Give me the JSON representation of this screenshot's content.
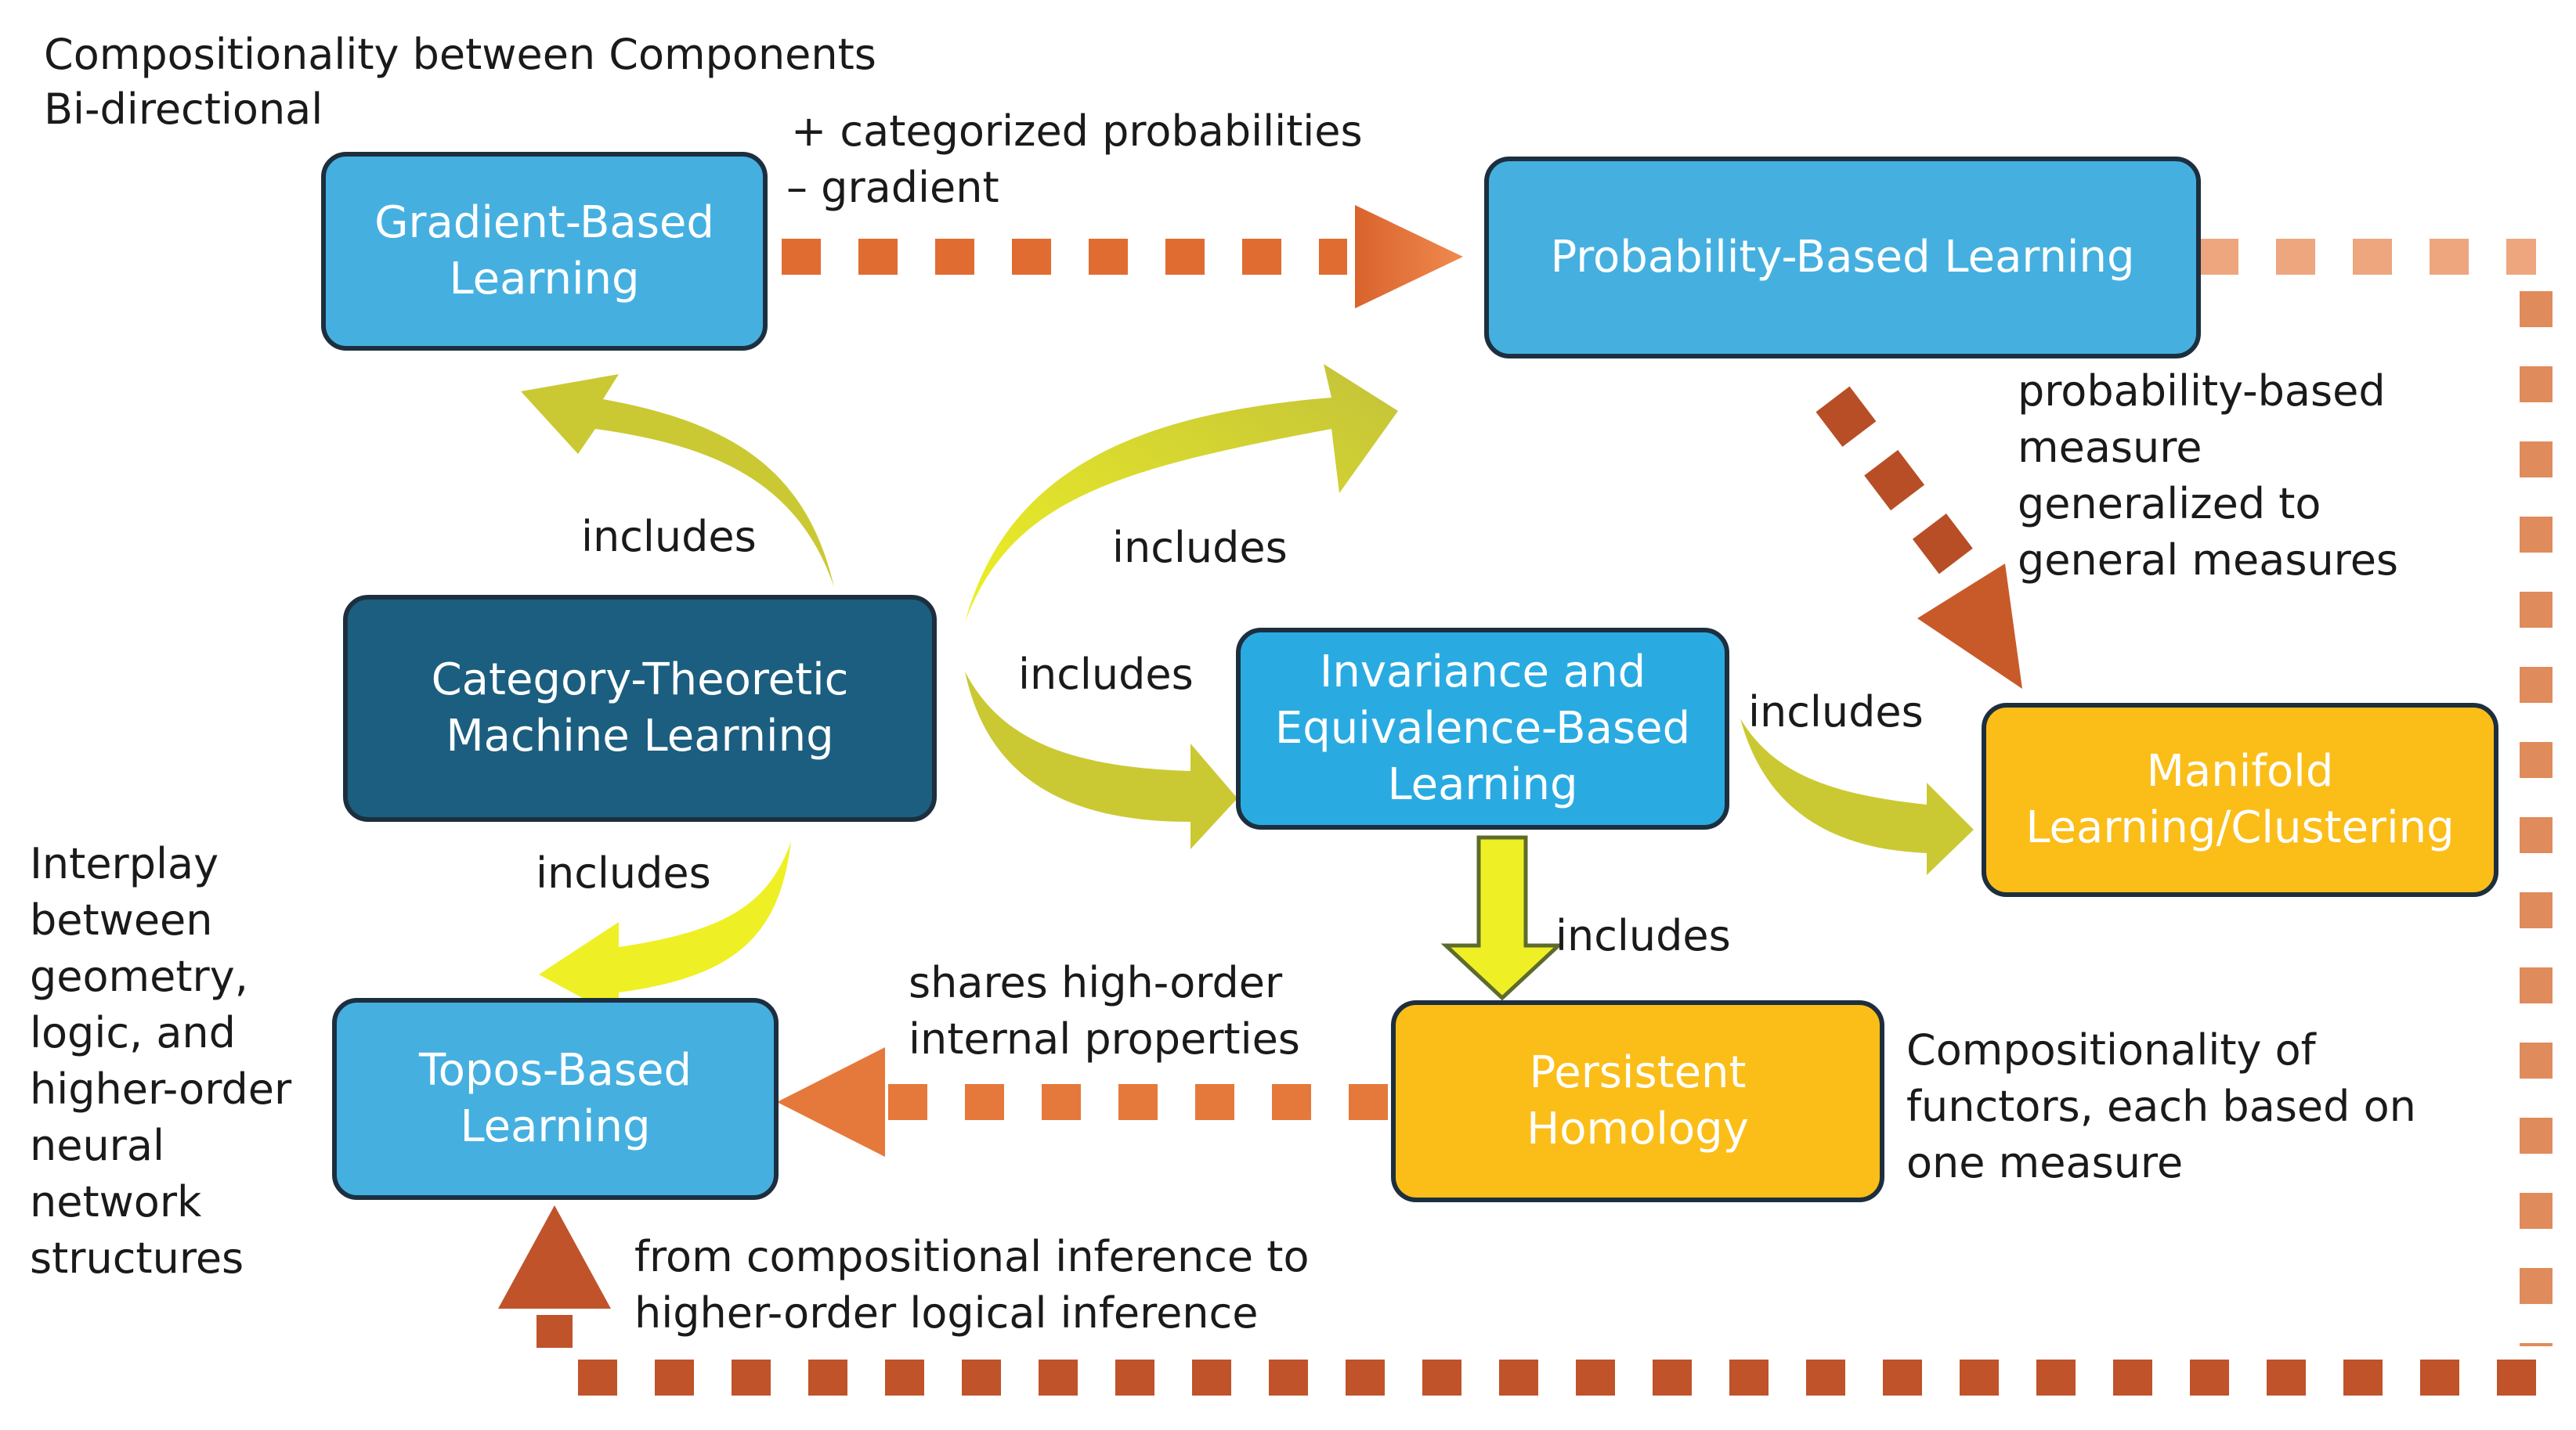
{
  "header": {
    "line1": "Compositionality between Components",
    "line2": "Bi-directional"
  },
  "boxes": {
    "gradient": "Gradient-Based\nLearning",
    "probability": "Probability-Based Learning",
    "category": "Category-Theoretic\nMachine Learning",
    "invariance": "Invariance and\nEquivalence-Based\nLearning",
    "manifold": "Manifold\nLearning/Clustering",
    "topos": "Topos-Based\nLearning",
    "persistent": "Persistent\nHomology"
  },
  "labels": {
    "cat_prob_line1": "+ categorized probabilities",
    "cat_prob_line2": "– gradient",
    "includes_gradient": "includes",
    "includes_probability": "includes",
    "includes_invariance": "includes",
    "includes_manifold": "includes",
    "includes_topos": "includes",
    "includes_persistent": "includes",
    "prob_measure": "probability-based\nmeasure\ngeneralized to\ngeneral measures",
    "shares": "shares high-order\ninternal properties",
    "compositionality_functors": "Compositionality of\nfunctors, each based on\none measure",
    "interplay": "Interplay\nbetween\ngeometry,\nlogic, and\nhigher-order\nneural\nnetwork\nstructures",
    "inference": "from compositional inference to\nhigher-order logical inference"
  },
  "colors": {
    "box_light_blue": "#45b0e0",
    "box_bright_blue": "#29abe2",
    "box_dark_blue": "#1b5e80",
    "box_amber": "#fbbd18",
    "arrow_yellow": "#eef025",
    "arrow_olive": "#cbc933",
    "arrow_orange": "#e5793b",
    "arrow_brown": "#c0532a",
    "arrow_peach": "#eea67f",
    "text": "#1a1a1a"
  }
}
